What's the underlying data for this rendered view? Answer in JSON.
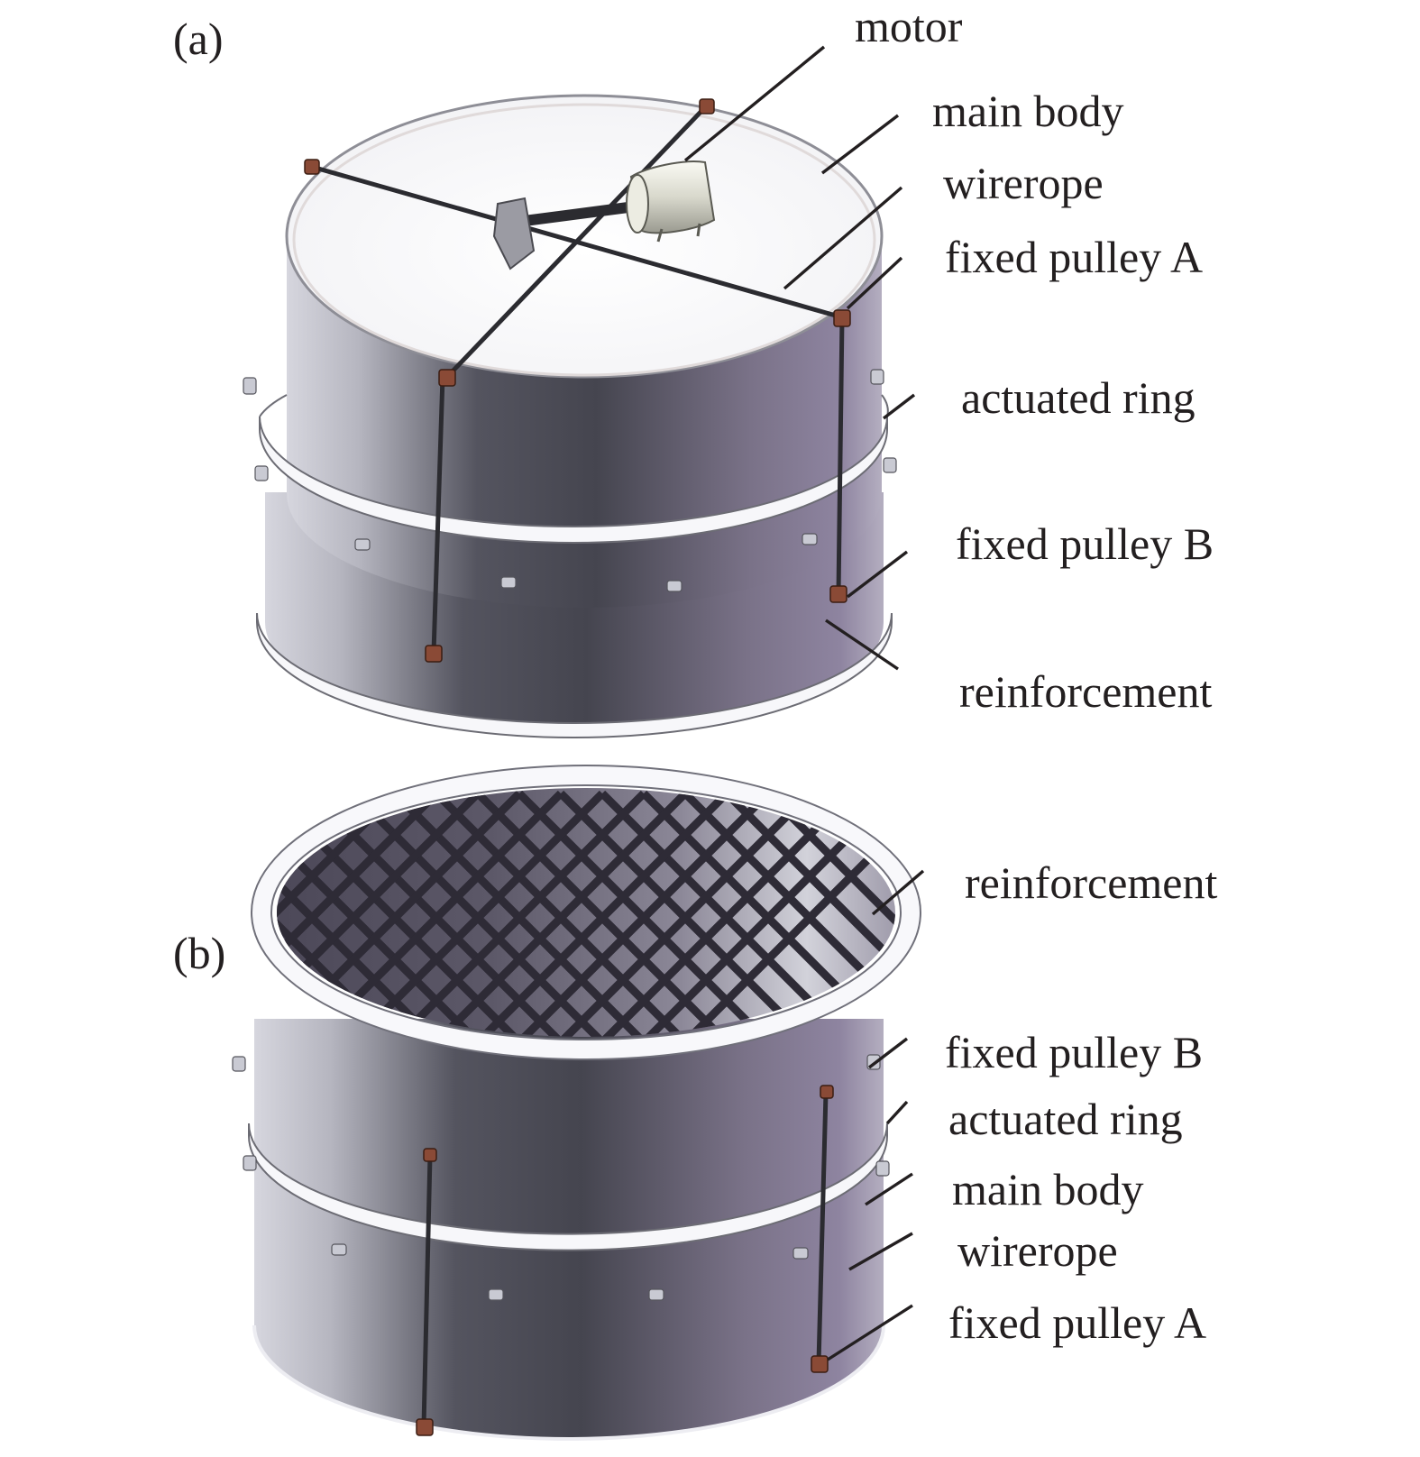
{
  "figure": {
    "panel_a": {
      "tag": "(a)",
      "labels": {
        "motor": "motor",
        "main_body": "main body",
        "wirerope": "wirerope",
        "fixed_pulley_a": "fixed pulley A",
        "actuated_ring": "actuated ring",
        "fixed_pulley_b": "fixed pulley B",
        "reinforcement": "reinforcement"
      }
    },
    "panel_b": {
      "tag": "(b)",
      "labels": {
        "reinforcement": "reinforcement",
        "fixed_pulley_b": "fixed pulley B",
        "actuated_ring": "actuated ring",
        "main_body": "main body",
        "wirerope": "wirerope",
        "fixed_pulley_a": "fixed pulley A"
      }
    },
    "colors": {
      "body_light": "#dcdce4",
      "body_dark": "#4a4a55",
      "body_right": "#8a8298",
      "ring": "#f7f7fa",
      "pulley": "#8a4a36",
      "text": "#231f20"
    }
  }
}
